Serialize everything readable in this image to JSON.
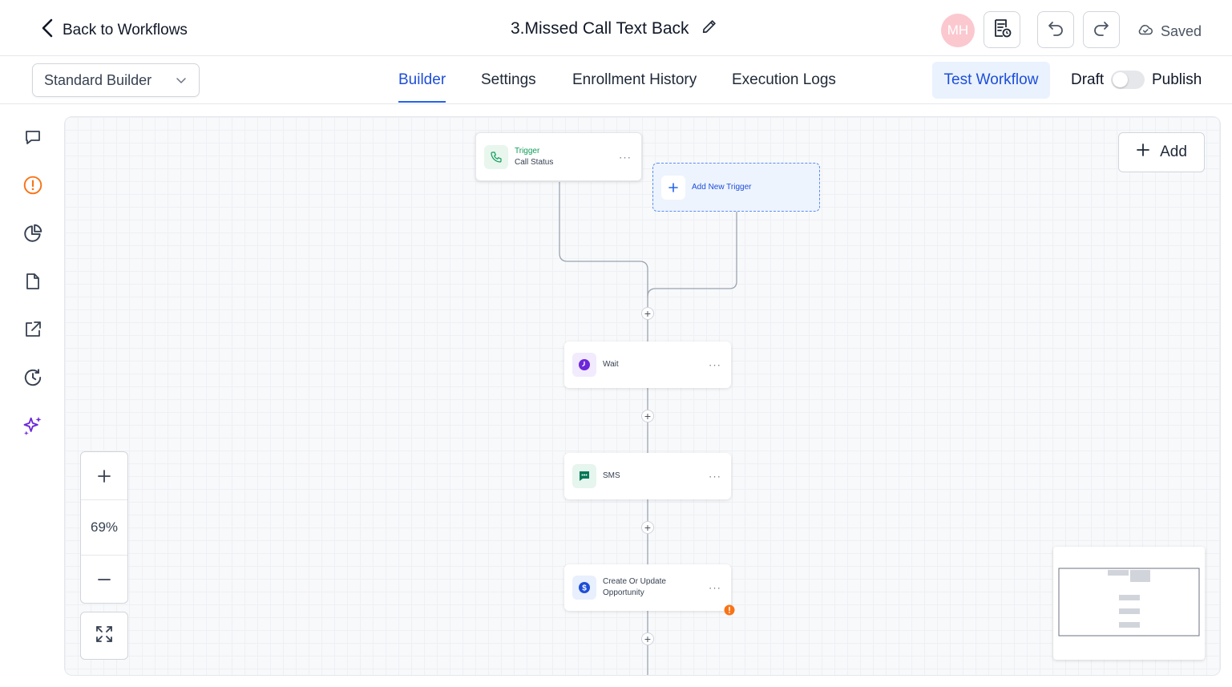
{
  "header": {
    "back_label": "Back to Workflows",
    "workflow_title": "3.Missed Call Text Back",
    "avatar_initials": "MH",
    "saved_label": "Saved"
  },
  "subbar": {
    "builder_select": "Standard Builder",
    "tabs": [
      {
        "label": "Builder",
        "active": true
      },
      {
        "label": "Settings",
        "active": false
      },
      {
        "label": "Enrollment History",
        "active": false
      },
      {
        "label": "Execution Logs",
        "active": false
      }
    ],
    "test_workflow_label": "Test Workflow",
    "draft_label": "Draft",
    "publish_label": "Publish",
    "published": false
  },
  "sidebar": {
    "icons": [
      "chat-bubble-icon",
      "alert-circle-icon",
      "pie-chart-icon",
      "document-icon",
      "external-link-icon",
      "history-clock-icon",
      "ai-sparkles-icon"
    ]
  },
  "canvas": {
    "add_label": "Add",
    "zoom_level": "69%",
    "trigger": {
      "title": "Trigger",
      "subtitle": "Call Status",
      "icon": "phone-icon"
    },
    "add_trigger_label": "Add New Trigger",
    "actions": [
      {
        "label": "Wait",
        "icon": "clock-icon"
      },
      {
        "label": "SMS",
        "icon": "sms-icon"
      },
      {
        "label": "Create Or Update Opportunity",
        "icon": "dollar-icon",
        "has_warning": true
      }
    ]
  },
  "colors": {
    "accent": "#2563eb",
    "trigger_green": "#0f9d58",
    "wait_purple": "#6d28d9",
    "sms_green": "#047857",
    "opportunity_blue": "#1d4ed8",
    "warning_orange": "#f97316"
  }
}
